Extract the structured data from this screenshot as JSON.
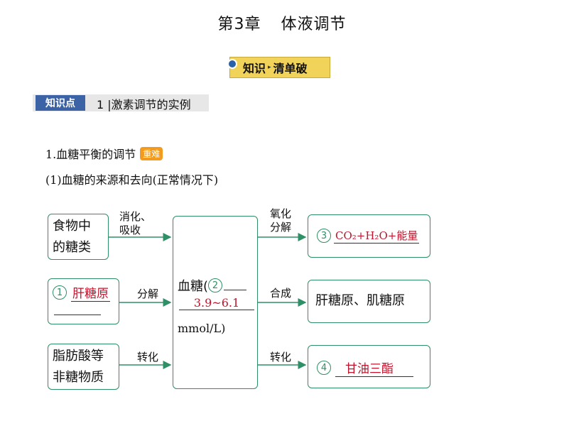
{
  "header": {
    "chapter": "第3章",
    "title": "体液调节"
  },
  "badge": {
    "part1": "知识",
    "part2": "清单破"
  },
  "section": {
    "tag": "知识点",
    "number": "1",
    "title": "激素调节的实例"
  },
  "content": {
    "heading": "1.血糖平衡的调节",
    "difficulty_tag": "重难",
    "subheading": "(1)血糖的来源和去向(正常情况下)"
  },
  "diagram": {
    "sources": [
      {
        "text_line1": "食物中",
        "text_line2": "的糖类",
        "arrow_label_line1": "消化、",
        "arrow_label_line2": "吸收"
      },
      {
        "number": "1",
        "answer": "肝糖原",
        "arrow_label": "分解"
      },
      {
        "text_line1": "脂肪酸等",
        "text_line2": "非糖物质",
        "arrow_label": "转化"
      }
    ],
    "center": {
      "prefix": "血糖(",
      "number": "2",
      "answer": "3.9~6.1",
      "unit": "mmol/L)"
    },
    "outputs": [
      {
        "number": "3",
        "answer": "CO₂+H₂O+能量",
        "arrow_label_line1": "氧化",
        "arrow_label_line2": "分解"
      },
      {
        "text": "肝糖原、肌糖原",
        "arrow_label": "合成"
      },
      {
        "number": "4",
        "answer": "甘油三酯",
        "arrow_label": "转化"
      }
    ]
  },
  "colors": {
    "box_border": "#2f8f66",
    "answer_red": "#c0142d",
    "section_tag_bg": "#3b63a6",
    "badge_bg": "#f2d35a",
    "difficulty_bg": "#f39b1f"
  }
}
